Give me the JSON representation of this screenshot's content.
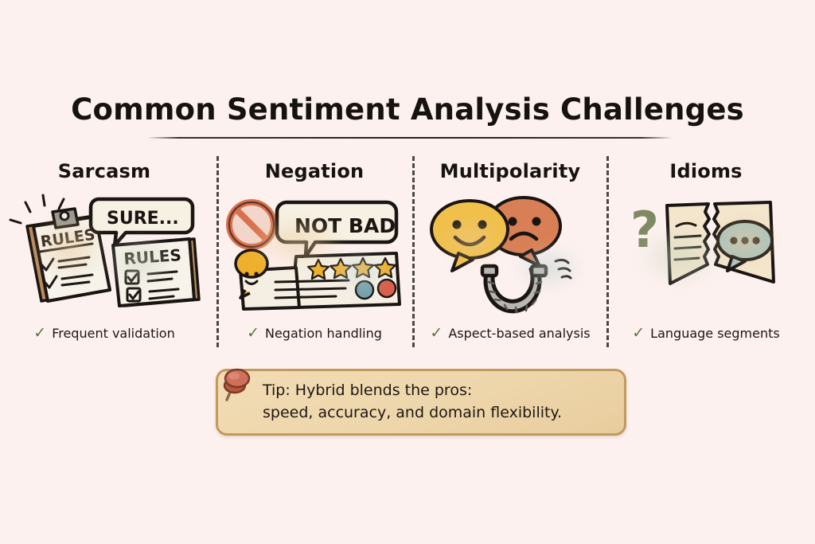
{
  "page": {
    "title": "Common Sentiment Analysis Challenges",
    "background_color": "#fdf1ef",
    "title_color": "#16120f",
    "check_color": "#5f7047"
  },
  "columns": [
    {
      "heading": "Sarcasm",
      "caption": "Frequent validation",
      "check": "✓",
      "art_name": "clipboard-rules-sure-illustration",
      "art_labels": {
        "clipboard": "RULES",
        "page": "RULES",
        "bubble": "SURE..."
      }
    },
    {
      "heading": "Negation",
      "caption": "Negation handling",
      "check": "✓",
      "art_name": "no-sign-not-bad-review-illustration",
      "art_labels": {
        "bubble": "NOT BAD",
        "stars": 4
      }
    },
    {
      "heading": "Multipolarity",
      "caption": "Aspect-based analysis",
      "check": "✓",
      "art_name": "happy-sad-faces-horseshoe-illustration",
      "art_labels": {
        "happy_face_color": "#f0c04a",
        "sad_face_color": "#d97b54",
        "horseshoe_color": "#b9b6b1"
      }
    },
    {
      "heading": "Idioms",
      "caption": "Language segments",
      "check": "✓",
      "art_name": "torn-paper-question-speech-illustration",
      "art_labels": {
        "question_mark": "?",
        "bubble_dots": "•••"
      }
    }
  ],
  "tip": {
    "line1": "Tip: Hybrid blends the pros:",
    "line2": "speed, accuracy, and domain flexibility.",
    "card_color": "#eed6ab",
    "border_color": "#c29a5e",
    "pin_color": "#c4684f"
  }
}
